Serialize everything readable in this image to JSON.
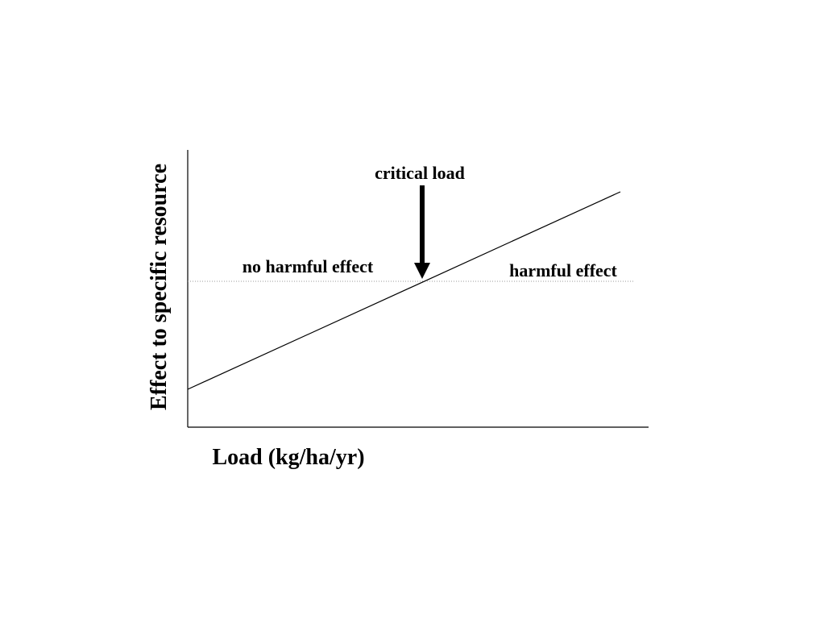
{
  "diagram": {
    "y_axis_label": "Effect to specific resource",
    "x_axis_label": "Load (kg/ha/yr)",
    "critical_load_label": "critical load",
    "left_region_label": "no harmful effect",
    "right_region_label": "harmful effect"
  },
  "colors": {
    "ink": "#000000",
    "threshold_line": "#999999",
    "background": "#ffffff"
  }
}
